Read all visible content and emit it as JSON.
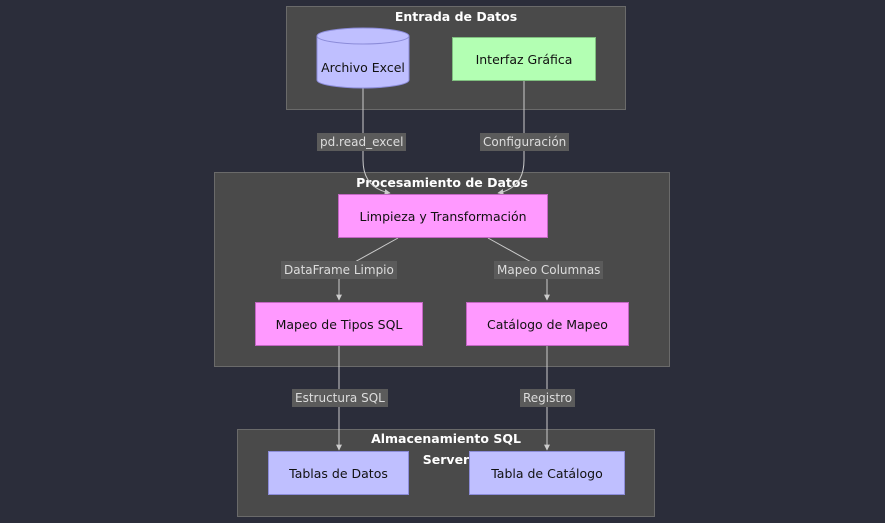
{
  "clusters": {
    "input": {
      "title": "Entrada de Datos"
    },
    "processing": {
      "title": "Procesamiento de Datos"
    },
    "storage": {
      "title_line1": "Almacenamiento SQL",
      "title_line2": "Server"
    }
  },
  "nodes": {
    "excel_file": "Archivo Excel",
    "gui": "Interfaz Gráfica",
    "cleaning": "Limpieza y Transformación",
    "sql_types": "Mapeo de Tipos SQL",
    "mapping_catalog": "Catálogo de Mapeo",
    "data_tables": "Tablas de Datos",
    "catalog_table": "Tabla de Catálogo"
  },
  "edges": {
    "read_excel": "pd.read_excel",
    "configuration": "Configuración",
    "clean_dataframe": "DataFrame Limpio",
    "column_mapping": "Mapeo Columnas",
    "sql_structure": "Estructura SQL",
    "record": "Registro"
  },
  "colors": {
    "background": "#2b2d3a",
    "cluster_fill": "#4a4a4a",
    "process_node": "#ff99ff",
    "gui_node": "#b3ffb3",
    "storage_node": "#bfbfff",
    "edge_line": "#cccccc"
  }
}
